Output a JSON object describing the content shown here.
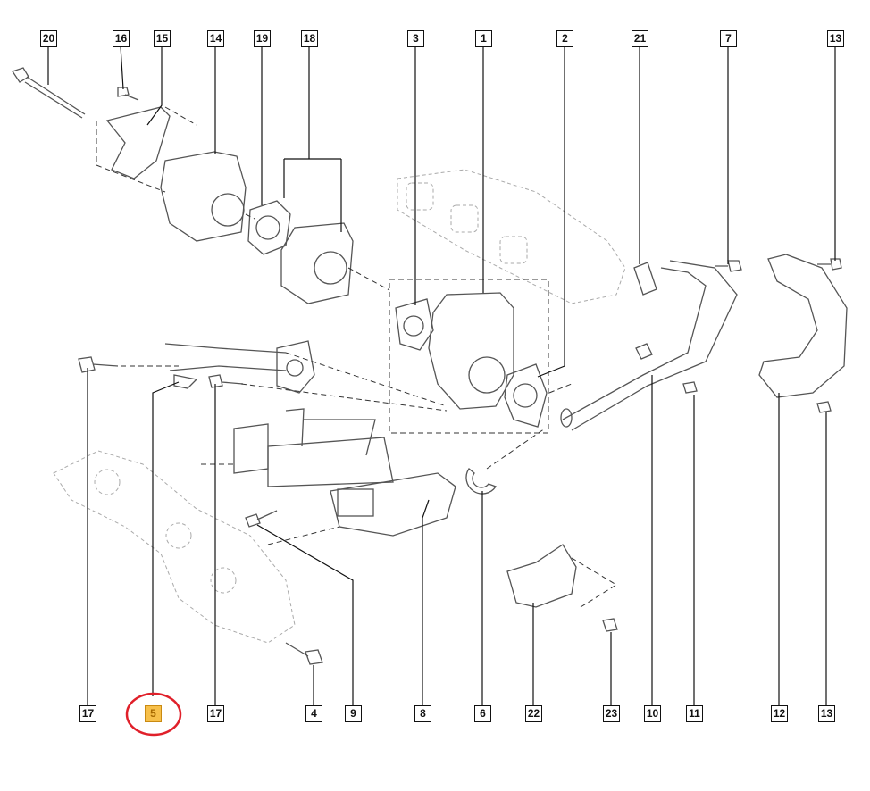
{
  "diagram": {
    "title": "EGR valve / exhaust gas recirculation parts exploded view",
    "highlight_color": "#f7c04a",
    "circle_color": "#e0202a",
    "top_labels": [
      "20",
      "16",
      "15",
      "14",
      "19",
      "18",
      "3",
      "1",
      "2",
      "21",
      "7",
      "13"
    ],
    "bottom_labels": [
      "17",
      "5",
      "17",
      "4",
      "9",
      "8",
      "6",
      "22",
      "23",
      "10",
      "11",
      "12",
      "13"
    ],
    "highlighted_label": "5"
  }
}
